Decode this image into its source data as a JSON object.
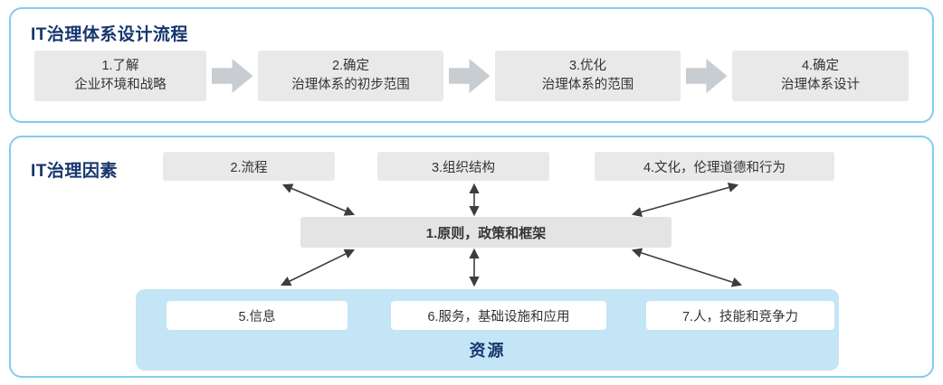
{
  "colors": {
    "panel_border": "#82cdec",
    "title_text": "#17366d",
    "box_gray": "#e9e9e9",
    "flow_arrow_gray": "#c8cdd2",
    "resource_area_blue": "#c3e5f6",
    "connector_dark": "#3d3d3d"
  },
  "process_panel": {
    "title": "IT治理体系设计流程",
    "steps": [
      {
        "line1": "1.了解",
        "line2": "企业环境和战略"
      },
      {
        "line1": "2.确定",
        "line2": "治理体系的初步范围"
      },
      {
        "line1": "3.优化",
        "line2": "治理体系的范围"
      },
      {
        "line1": "4.确定",
        "line2": "治理体系设计"
      }
    ]
  },
  "factors_panel": {
    "title": "IT治理因素",
    "center_box": "1.原则，政策和框架",
    "top_boxes": [
      "2.流程",
      "3.组织结构",
      "4.文化，伦理道德和行为"
    ],
    "resource_boxes": [
      "5.信息",
      "6.服务，基础设施和应用",
      "7.人，技能和竞争力"
    ],
    "resource_label": "资源"
  }
}
